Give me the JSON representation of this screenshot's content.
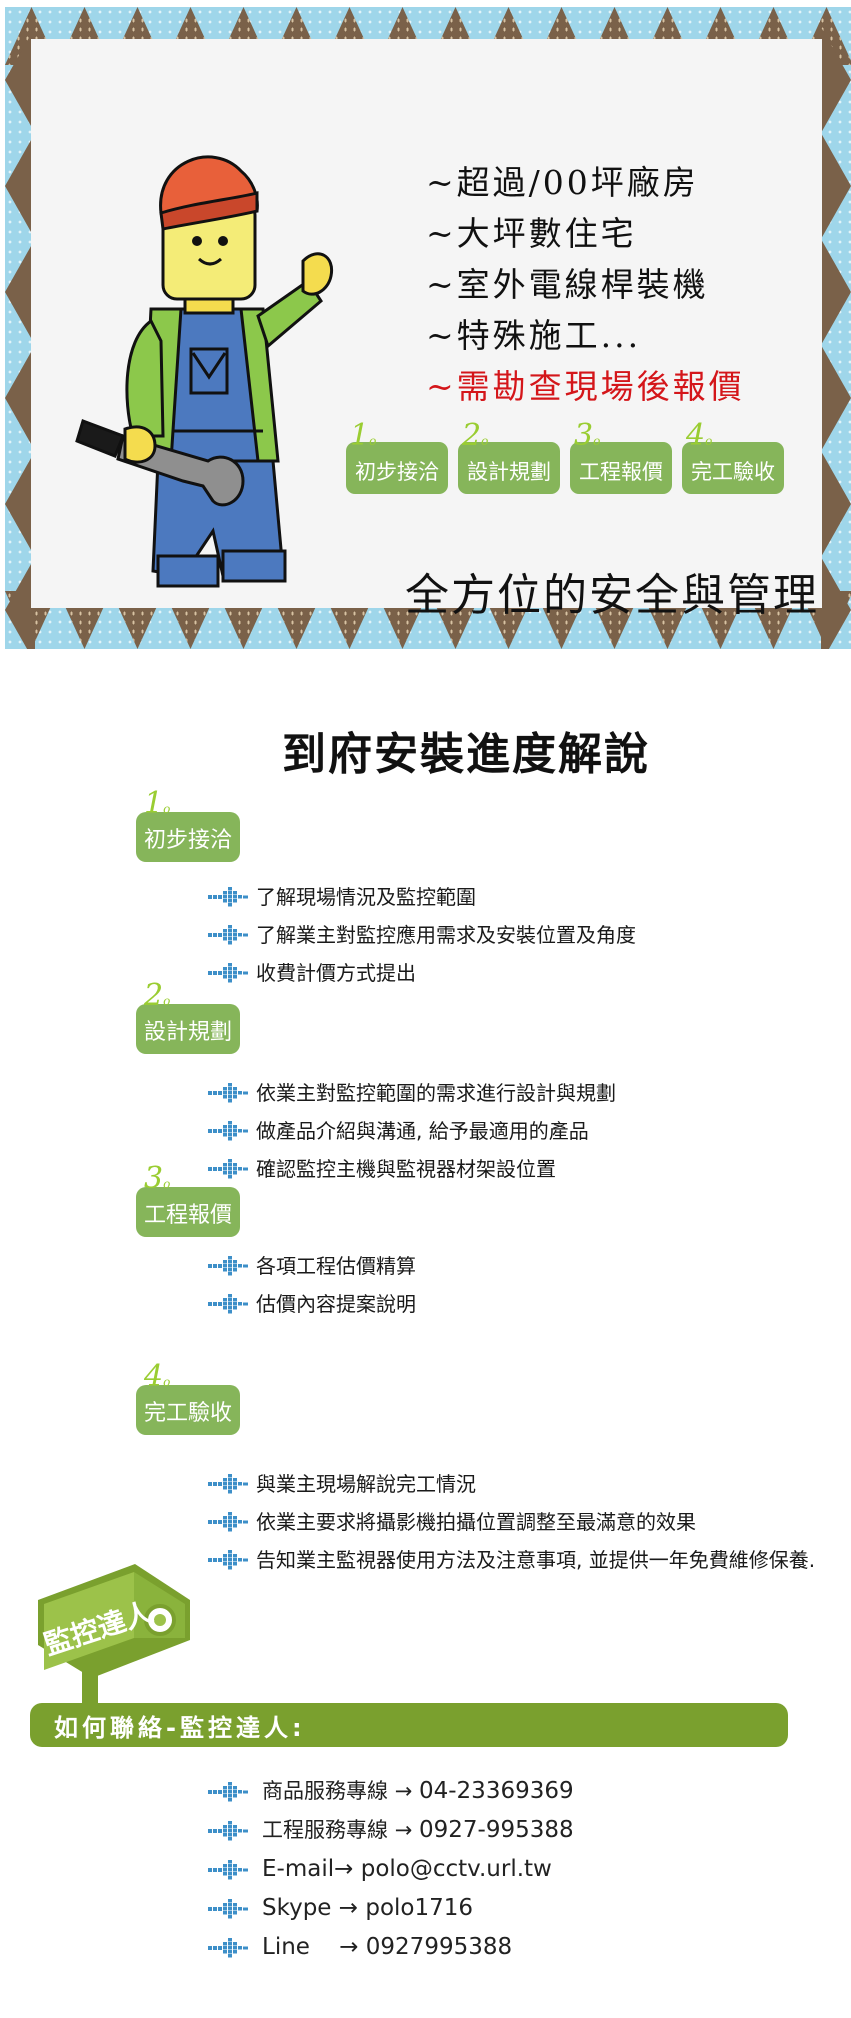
{
  "banner": {
    "features": [
      "~超過/00坪廠房",
      "~大坪數住宅",
      "~室外電線桿裝機",
      "~特殊施工...",
      "~需勘查現場後報價"
    ],
    "steps": [
      {
        "num": "1",
        "label": "初步接洽"
      },
      {
        "num": "2",
        "label": "設計規劃"
      },
      {
        "num": "3",
        "label": "工程報價"
      },
      {
        "num": "4",
        "label": "完工驗收"
      }
    ],
    "tagline": "全方位的安全與管理",
    "colors": {
      "sky": "#9fd6ea",
      "brown": "#7a6149",
      "panel": "#f5f5f5",
      "accent_red": "#d4161a",
      "pill_green": "#86b55a"
    }
  },
  "process": {
    "title": "到府安裝進度解說",
    "phases": [
      {
        "num": "1",
        "label": "初步接洽",
        "items": [
          "了解現場情況及監控範圍",
          "了解業主對監控應用需求及安裝位置及角度",
          "收費計價方式提出"
        ]
      },
      {
        "num": "2",
        "label": "設計規劃",
        "items": [
          "依業主對監控範圍的需求進行設計與規劃",
          "做產品介紹與溝通, 給予最適用的產品",
          "確認監控主機與監視器材架設位置"
        ]
      },
      {
        "num": "3",
        "label": "工程報價",
        "items": [
          "各項工程估價精算",
          "估價內容提案說明"
        ]
      },
      {
        "num": "4",
        "label": "完工驗收",
        "items": [
          "與業主現場解說完工情況",
          "依業主要求將攝影機拍攝位置調整至最滿意的效果",
          "告知業主監視器使用方法及注意事項, 並提供一年免費維修保養."
        ]
      }
    ]
  },
  "contact": {
    "logo_text": "監控達人",
    "heading": "如何聯絡-監控達人:",
    "items": [
      {
        "label": "商品服務專線",
        "arrow": "→",
        "value": "04-23369369"
      },
      {
        "label": "工程服務專線",
        "arrow": "→",
        "value": "0927-995388"
      },
      {
        "label": "E-mail",
        "arrow": "→",
        "value": "polo@cctv.url.tw"
      },
      {
        "label": "Skype",
        "arrow": "→",
        "value": "polo1716"
      },
      {
        "label": "Line",
        "arrow": "→",
        "value": "0927995388"
      }
    ],
    "colors": {
      "bar_green": "#7aa02e",
      "bullet_blue": "#3d8fc8"
    }
  }
}
